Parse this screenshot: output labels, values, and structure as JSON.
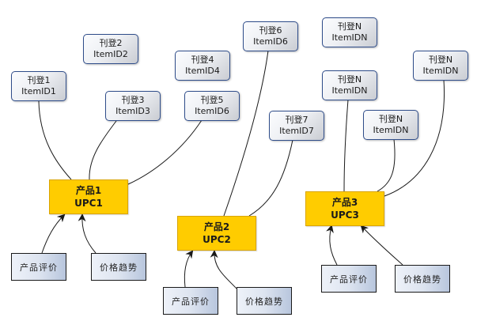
{
  "diagram": {
    "colors": {
      "listing_border": "#2f4d8a",
      "product_fill": "#ffcc00",
      "attribute_border": "#1a1a1a",
      "edge": "#1a1a1a"
    },
    "products": [
      {
        "id": "p1",
        "line1": "产品1",
        "line2": "UPC1"
      },
      {
        "id": "p2",
        "line1": "产品2",
        "line2": "UPC2"
      },
      {
        "id": "p3",
        "line1": "产品3",
        "line2": "UPC3"
      }
    ],
    "listings": [
      {
        "id": "l1",
        "line1": "刊登1",
        "line2": "ItemID1",
        "linked_to": "p1"
      },
      {
        "id": "l2",
        "line1": "刊登2",
        "line2": "ItemID2",
        "linked_to": null
      },
      {
        "id": "l3",
        "line1": "刊登3",
        "line2": "ItemID3",
        "linked_to": "p1"
      },
      {
        "id": "l4",
        "line1": "刊登4",
        "line2": "ItemID4",
        "linked_to": null
      },
      {
        "id": "l5",
        "line1": "刊登5",
        "line2": "ItemID6",
        "linked_to": "p1"
      },
      {
        "id": "l6",
        "line1": "刊登6",
        "line2": "ItemID6",
        "linked_to": "p2"
      },
      {
        "id": "l7",
        "line1": "刊登7",
        "line2": "ItemID7",
        "linked_to": "p2"
      },
      {
        "id": "lN1",
        "line1": "刊登N",
        "line2": "ItemIDN",
        "linked_to": null
      },
      {
        "id": "lN2",
        "line1": "刊登N",
        "line2": "ItemIDN",
        "linked_to": "p3"
      },
      {
        "id": "lN3",
        "line1": "刊登N",
        "line2": "ItemIDN",
        "linked_to": "p3"
      },
      {
        "id": "lN4",
        "line1": "刊登N",
        "line2": "ItemIDN",
        "linked_to": "p3"
      }
    ],
    "attributes": [
      {
        "id": "a1r",
        "label": "产品评价",
        "points_to": "p1"
      },
      {
        "id": "a1t",
        "label": "价格趋势",
        "points_to": "p1"
      },
      {
        "id": "a2r",
        "label": "产品评价",
        "points_to": "p2"
      },
      {
        "id": "a2t",
        "label": "价格趋势",
        "points_to": "p2"
      },
      {
        "id": "a3r",
        "label": "产品评价",
        "points_to": "p3"
      },
      {
        "id": "a3t",
        "label": "价格趋势",
        "points_to": "p3"
      }
    ]
  }
}
